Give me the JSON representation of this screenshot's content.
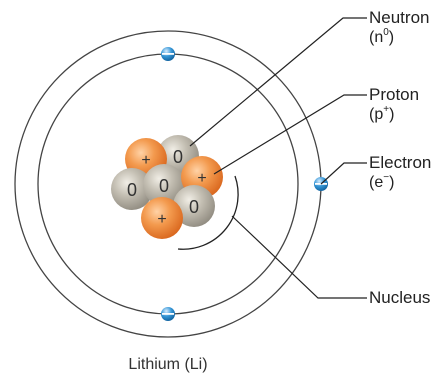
{
  "colors": {
    "proton": "#f08a3c",
    "neutron": "#b0ab9f",
    "electron": "#2a86c6",
    "orbit": "#444444",
    "leader": "#222222"
  },
  "labels": {
    "neutron": {
      "name": "Neutron",
      "sym": "(n",
      "sup": "0",
      "close": ")"
    },
    "proton": {
      "name": "Proton",
      "sym": "(p",
      "sup": "+",
      "close": ")"
    },
    "electron": {
      "name": "Electron",
      "sym": "(e",
      "sup": "−",
      "close": ")"
    },
    "nucleus": {
      "name": "Nucleus"
    }
  },
  "particle_signs": {
    "proton": "+",
    "neutron": "0"
  },
  "caption": "Lithium (Li)"
}
